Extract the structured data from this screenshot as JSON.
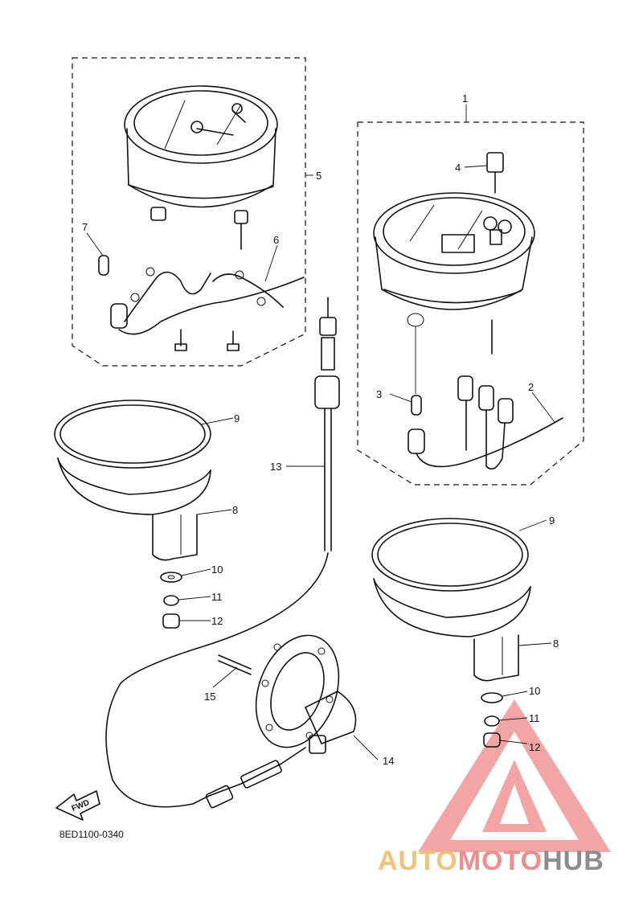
{
  "callouts": {
    "c1": "1",
    "c2": "2",
    "c3": "3",
    "c4": "4",
    "c5": "5",
    "c6": "6",
    "c7": "7",
    "c8a": "8",
    "c8b": "8",
    "c9a": "9",
    "c9b": "9",
    "c10a": "10",
    "c10b": "10",
    "c11a": "11",
    "c11b": "11",
    "c12a": "12",
    "c12b": "12",
    "c13": "13",
    "c14": "14",
    "c15": "15"
  },
  "direction_badge": "FWD",
  "diagram_code": "8ED1100-0340",
  "watermark": {
    "part1": "AUTO",
    "part2": "MOTO",
    "part3": "HUB",
    "colors": {
      "auto": "#f2c27a",
      "moto": "#ef8c8c",
      "hub": "#8c8c8c",
      "logo": "#ef7f7f"
    }
  }
}
